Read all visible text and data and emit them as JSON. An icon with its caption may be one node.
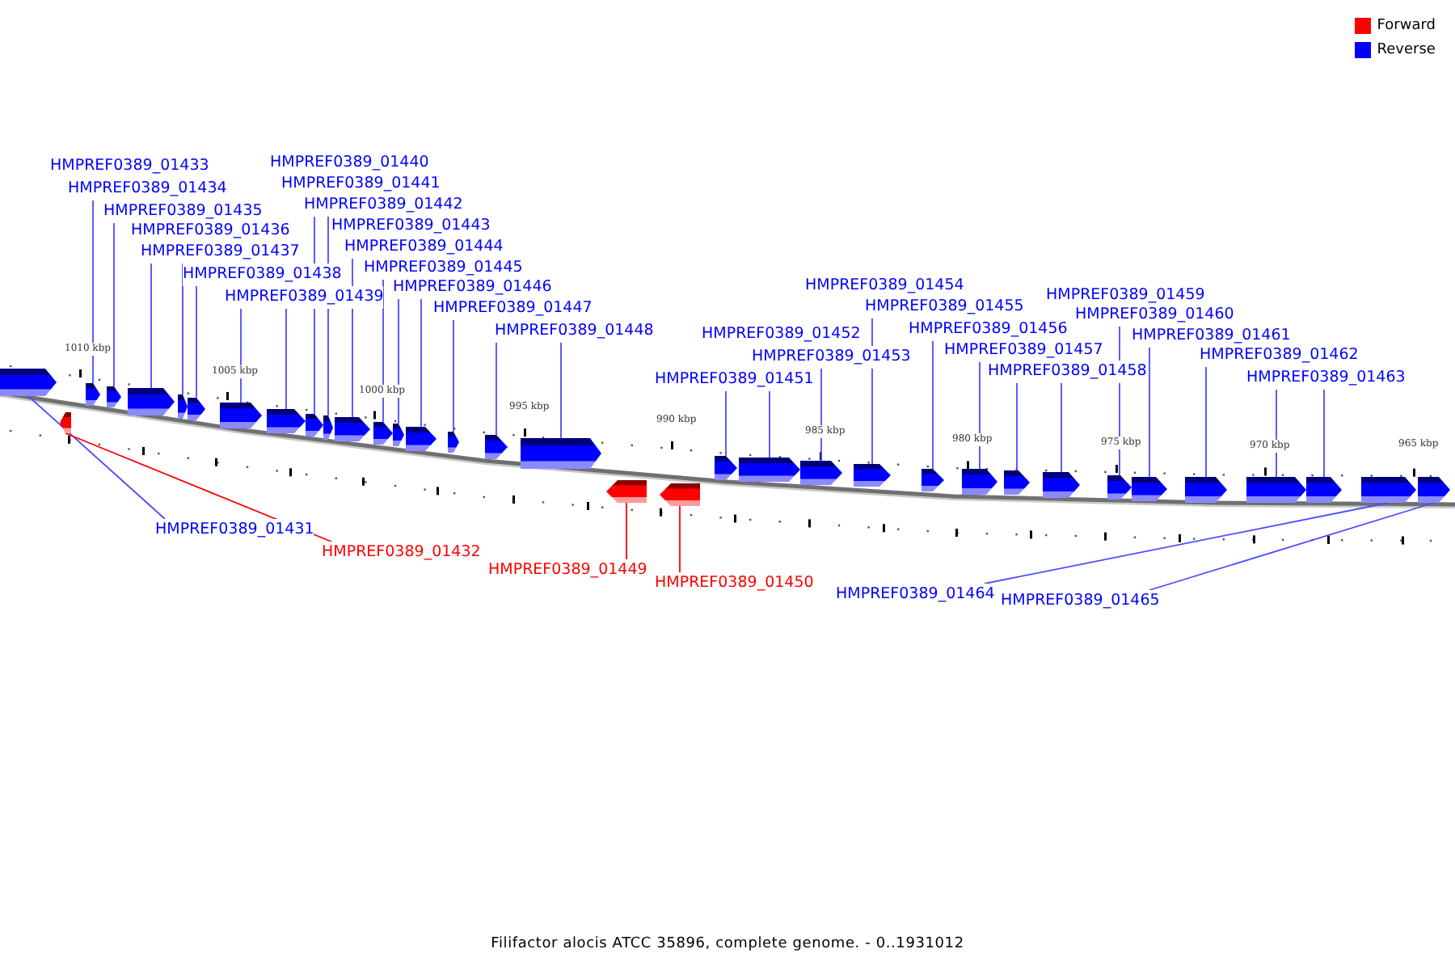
{
  "diagram": {
    "caption": "Filifactor alocis ATCC 35896, complete genome. - 0..1931012",
    "nodes": [
      {
        "text": [],
        "shape": "bar"
      },
      {
        "text": [],
        "shape": "bar"
      },
      {
        "text": [],
        "shape": "bar"
      },
      {
        "text": [],
        "shape": "bar"
      },
      {
        "text": [],
        "shape": "bar"
      },
      {
        "text": [],
        "shape": "bar"
      },
      {
        "text": [],
        "shape": "bar"
      },
      {
        "text": [],
        "shape": "bar"
      },
      {
        "text": [],
        "shape": "bar"
      },
      {
        "text": [],
        "shape": "bar"
      },
      {
        "text": [],
        "shape": "bar"
      },
      {
        "text": [],
        "shape": "bar"
      },
      {
        "text": [],
        "shape": "bar"
      },
      {
        "text": [],
        "shape": "bar"
      },
      {
        "text": [],
        "shape": "bar"
      },
      {
        "text": [],
        "shape": "bar"
      },
      {
        "text": [],
        "shape": "bar"
      },
      {
        "text": [],
        "shape": "bar"
      },
      {
        "text": [],
        "shape": "bar"
      },
      {
        "text": [],
        "shape": "bar"
      },
      {
        "text": [],
        "shape": "bar"
      },
      {
        "text": [],
        "shape": "bar"
      },
      {
        "text": [],
        "shape": "bar"
      },
      {
        "text": [],
        "shape": "bar"
      },
      {
        "text": [],
        "shape": "bar"
      },
      {
        "text": [],
        "shape": "bar"
      },
      {
        "text": [],
        "shape": "bar"
      },
      {
        "text": [],
        "shape": "bar"
      },
      {
        "text": [],
        "shape": "bar"
      },
      {
        "text": [],
        "shape": "bar"
      },
      {
        "text": [],
        "shape": "bar"
      },
      {
        "text": [],
        "shape": "bar"
      },
      {
        "text": [],
        "shape": "bar"
      },
      {
        "text": [],
        "shape": "bar"
      },
      {
        "text": [],
        "shape": "bar"
      },
      {
        "text": [
          "HMPREF0389_01431"
        ]
      },
      {
        "text": [
          "HMPREF0389_01432"
        ]
      },
      {
        "text": [
          "HMPREF0389_01433"
        ]
      },
      {
        "text": [
          "HMPREF0389_01434"
        ]
      },
      {
        "text": [
          "HMPREF0389_01435"
        ]
      },
      {
        "text": [
          "HMPREF0389_01436"
        ]
      },
      {
        "text": [
          "HMPREF0389_01437"
        ]
      },
      {
        "text": [
          "HMPREF0389_01438"
        ]
      },
      {
        "text": [
          "HMPREF0389_01439"
        ]
      },
      {
        "text": [
          "HMPREF0389_01440"
        ]
      },
      {
        "text": [
          "HMPREF0389_01441"
        ]
      },
      {
        "text": [
          "HMPREF0389_01442"
        ]
      },
      {
        "text": [
          "HMPREF0389_01443"
        ]
      },
      {
        "text": [
          "HMPREF0389_01444"
        ]
      },
      {
        "text": [
          "HMPREF0389_01445"
        ]
      },
      {
        "text": [
          "HMPREF0389_01446"
        ]
      },
      {
        "text": [
          "HMPREF0389_01447"
        ]
      },
      {
        "text": [
          "HMPREF0389_01448"
        ]
      },
      {
        "text": [
          "HMPREF0389_01449"
        ]
      },
      {
        "text": [
          "HMPREF0389_01450"
        ]
      },
      {
        "text": [
          "HMPREF0389_01451"
        ]
      },
      {
        "text": [
          "HMPREF0389_01452"
        ]
      },
      {
        "text": [
          "HMPREF0389_01453"
        ]
      },
      {
        "text": [
          "HMPREF0389_01454"
        ]
      },
      {
        "text": [
          "HMPREF0389_01455"
        ]
      },
      {
        "text": [
          "HMPREF0389_01456"
        ]
      },
      {
        "text": [
          "HMPREF0389_01457"
        ]
      },
      {
        "text": [
          "HMPREF0389_01458"
        ]
      },
      {
        "text": [
          "HMPREF0389_01459"
        ]
      },
      {
        "text": [
          "HMPREF0389_01460"
        ]
      },
      {
        "text": [
          "HMPREF0389_01461"
        ]
      },
      {
        "text": [
          "HMPREF0389_01462"
        ]
      },
      {
        "text": [
          "HMPREF0389_01463"
        ]
      },
      {
        "text": [
          "HMPREF0389_01464"
        ]
      },
      {
        "text": [
          "HMPREF0389_01465"
        ]
      }
    ],
    "edges": [
      {
        "from": 35,
        "to": 0,
        "arrow": "none"
      },
      {
        "from": 36,
        "to": 1,
        "arrow": "none",
        "color": "#ff0000"
      },
      {
        "from": 37,
        "to": 2,
        "arrow": "none"
      },
      {
        "from": 38,
        "to": 3,
        "arrow": "none"
      },
      {
        "from": 39,
        "to": 4,
        "arrow": "none"
      },
      {
        "from": 40,
        "to": 5,
        "arrow": "none"
      },
      {
        "from": 41,
        "to": 6,
        "arrow": "none"
      },
      {
        "from": 42,
        "to": 7,
        "arrow": "none"
      },
      {
        "from": 43,
        "to": 8,
        "arrow": "none"
      },
      {
        "from": 44,
        "to": 9,
        "arrow": "none"
      },
      {
        "from": 45,
        "to": 10,
        "arrow": "none"
      },
      {
        "from": 46,
        "to": 11,
        "arrow": "none"
      },
      {
        "from": 47,
        "to": 12,
        "arrow": "none"
      },
      {
        "from": 48,
        "to": 13,
        "arrow": "none"
      },
      {
        "from": 49,
        "to": 14,
        "arrow": "none"
      },
      {
        "from": 50,
        "to": 15,
        "arrow": "none"
      },
      {
        "from": 51,
        "to": 16,
        "arrow": "none"
      },
      {
        "from": 52,
        "to": 17,
        "arrow": "none"
      },
      {
        "from": 53,
        "to": 18,
        "arrow": "none",
        "color": "#ff0000"
      },
      {
        "from": 54,
        "to": 19,
        "arrow": "none",
        "color": "#ff0000"
      },
      {
        "from": 55,
        "to": 20,
        "arrow": "none"
      },
      {
        "from": 56,
        "to": 21,
        "arrow": "none"
      },
      {
        "from": 57,
        "to": 22,
        "arrow": "none"
      },
      {
        "from": 58,
        "to": 23,
        "arrow": "none"
      },
      {
        "from": 59,
        "to": 24,
        "arrow": "none"
      },
      {
        "from": 60,
        "to": 25,
        "arrow": "none"
      },
      {
        "from": 61,
        "to": 26,
        "arrow": "none"
      },
      {
        "from": 62,
        "to": 27,
        "arrow": "none"
      },
      {
        "from": 63,
        "to": 28,
        "arrow": "none"
      },
      {
        "from": 64,
        "to": 29,
        "arrow": "none"
      },
      {
        "from": 65,
        "to": 30,
        "arrow": "none"
      },
      {
        "from": 66,
        "to": 31,
        "arrow": "none"
      },
      {
        "from": 67,
        "to": 32,
        "arrow": "none"
      },
      {
        "from": 68,
        "to": 33,
        "arrow": "none"
      },
      {
        "from": 69,
        "to": 34,
        "arrow": "none"
      }
    ],
    "labels": [
      "1010 kbp",
      "1005 kbp",
      "1000 kbp",
      "995 kbp",
      "990 kbp",
      "985 kbp",
      "980 kbp",
      "975 kbp",
      "970 kbp",
      "965 kbp"
    ],
    "legend": [
      {
        "text": "Forward",
        "color": "#ff0000"
      },
      {
        "text": "Reverse",
        "color": "#0000ff"
      }
    ]
  }
}
